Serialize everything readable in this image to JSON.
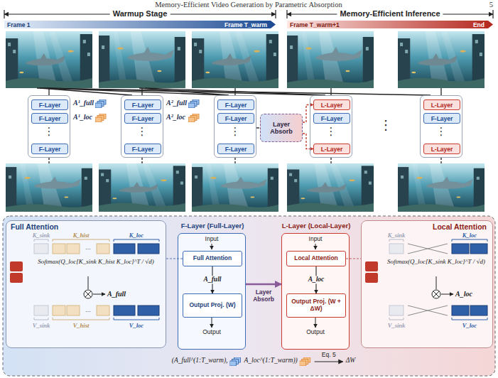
{
  "diagram": {
    "nodes": [
      {
        "text": [
          "⋮"
        ]
      },
      {
        "text": [
          "F-Layer"
        ],
        "in": 0
      },
      {
        "text": [
          "F-Layer"
        ],
        "in": 0
      },
      {
        "text": [
          "F-Layer"
        ],
        "in": 0
      },
      {
        "text": [
          "⋮"
        ]
      },
      {
        "text": [
          "F-Layer"
        ],
        "in": 4
      },
      {
        "text": [
          "F-Layer"
        ],
        "in": 4
      },
      {
        "text": [
          "F-Layer"
        ],
        "in": 4
      },
      {
        "text": [
          "⋮"
        ]
      },
      {
        "text": [
          "F-Layer"
        ],
        "in": 8
      },
      {
        "text": [
          "F-Layer"
        ],
        "in": 8
      },
      {
        "text": [
          "F-Layer"
        ],
        "in": 8
      },
      {
        "text": [
          "Layer Absorb"
        ]
      },
      {
        "text": [
          "⋮"
        ]
      },
      {
        "text": [
          "L-Layer"
        ],
        "in": 13
      },
      {
        "text": [
          "F-Layer"
        ],
        "in": 13
      },
      {
        "text": [
          "L-Layer"
        ],
        "in": 13
      },
      {
        "text": [
          "⋮"
        ]
      },
      {
        "text": [
          "L-Layer"
        ],
        "in": 17
      },
      {
        "text": [
          "F-Layer"
        ],
        "in": 17
      },
      {
        "text": [
          "L-Layer"
        ],
        "in": 17
      },
      {
        "text": [
          "Full Attention"
        ]
      },
      {
        "text": [
          "F-Layer (Full-Layer)"
        ]
      },
      {
        "text": [
          "Full Attention"
        ],
        "in": 22
      },
      {
        "text": [
          "Output Proj. (W)"
        ],
        "in": 22
      },
      {
        "text": [
          "L-Layer (Local-Layer)"
        ]
      },
      {
        "text": [
          "Local Attention"
        ],
        "in": 25
      },
      {
        "text": [
          "Output Proj. (W + ΔW)"
        ],
        "in": 25
      },
      {
        "text": [
          "Local Attention"
        ]
      }
    ],
    "edges": [
      {
        "from": 8,
        "to": 12,
        "arrow": "none"
      },
      {
        "from": 12,
        "to": 14,
        "arrow": "to"
      },
      {
        "from": 12,
        "to": 16,
        "arrow": "to"
      },
      {
        "from": 21,
        "to": 23,
        "arrow": "none"
      },
      {
        "from": 23,
        "to": 24,
        "label": "A_full",
        "arrow": "to"
      },
      {
        "from": 22,
        "to": 25,
        "label": "Layer Absorb",
        "arrow": "to"
      },
      {
        "from": 26,
        "to": 27,
        "label": "A_loc",
        "arrow": "to"
      },
      {
        "from": 26,
        "to": 28,
        "arrow": "none"
      }
    ],
    "labels": [
      "Memory-Efficient Video Generation by Parametric Absorption",
      "5",
      "Warmup Stage",
      "Memory-Efficient Inference",
      "Frame 1",
      "Frame T_warm",
      "Frame T_warm+1",
      "End",
      "A¹_full",
      "A¹_loc",
      "A²_full",
      "A²_loc",
      "⋮",
      "K_sink",
      "K_hist",
      "K_loc",
      "...",
      "Softmax(Q_loc[K_sink K_hist K_loc]^T / √d)",
      "A_full",
      "...",
      "V_sink",
      "V_hist",
      "V_loc",
      "Input",
      "Output",
      "Input",
      "Output",
      "K_sink",
      "K_loc",
      "Softmax(Q_loc[K_sink K_loc]^T / √d)",
      "A_loc",
      "V_sink",
      "V_loc",
      "(A_full^(1:T_warm),",
      "A_loc^(1:T_warm))",
      "Eq. 5",
      "ΔW"
    ]
  }
}
